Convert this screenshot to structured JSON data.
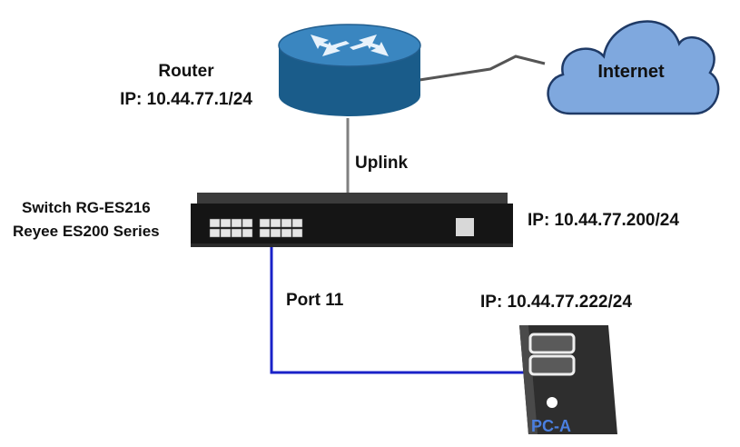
{
  "router": {
    "name": "Router",
    "ip": "IP: 10.44.77.1/24"
  },
  "internet": {
    "label": "Internet"
  },
  "uplink": {
    "label": "Uplink"
  },
  "switch": {
    "model": "Switch RG-ES216",
    "series": "Reyee ES200 Series",
    "ip": "IP: 10.44.77.200/24"
  },
  "link": {
    "port_label": "Port 11"
  },
  "pc": {
    "ip": "IP: 10.44.77.222/24",
    "name": "PC-A"
  },
  "colors": {
    "router_body": "#1a5c8a",
    "router_top": "#3a86c0",
    "cloud_fill": "#7fa8de",
    "cloud_stroke": "#1f3a66",
    "uplink_line": "#808080",
    "port_line": "#1a22c8",
    "pc_label": "#4a7fe0"
  }
}
